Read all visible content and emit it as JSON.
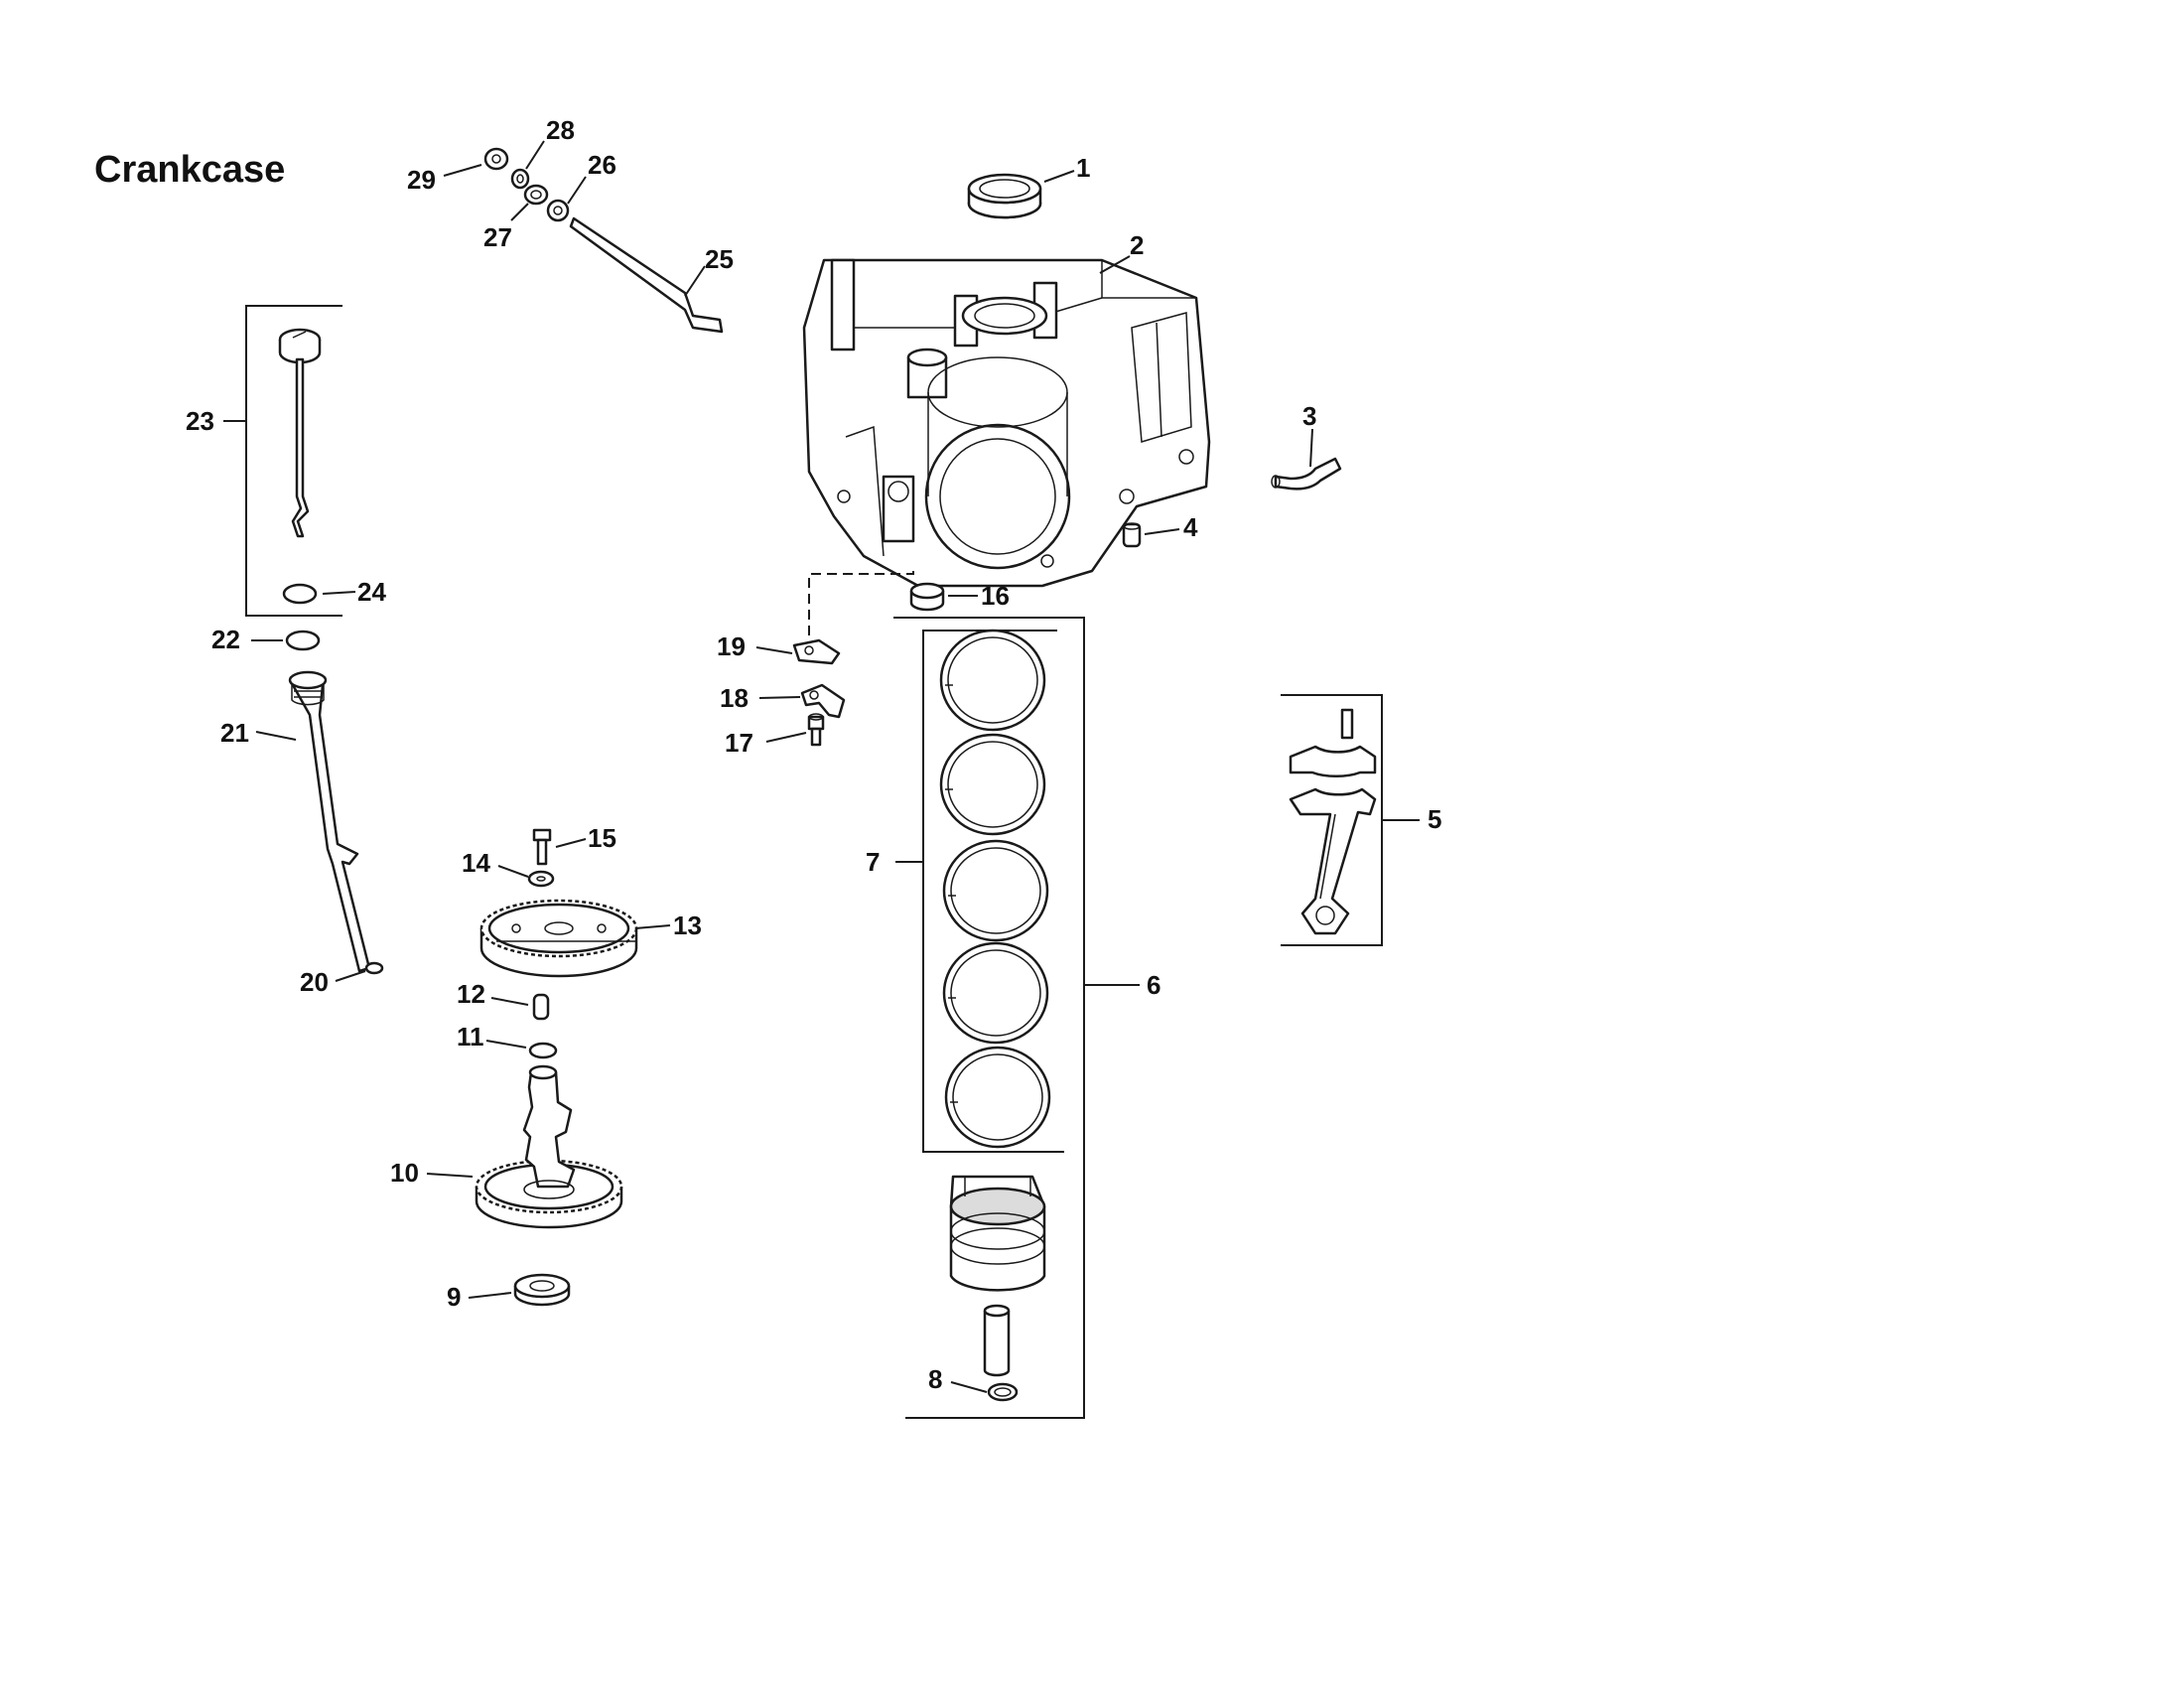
{
  "title": "Crankcase",
  "callouts": {
    "c1": "1",
    "c2": "2",
    "c3": "3",
    "c4": "4",
    "c5": "5",
    "c6": "6",
    "c7": "7",
    "c8": "8",
    "c9": "9",
    "c10": "10",
    "c11": "11",
    "c12": "12",
    "c13": "13",
    "c14": "14",
    "c15": "15",
    "c16": "16",
    "c17": "17",
    "c18": "18",
    "c19": "19",
    "c20": "20",
    "c21": "21",
    "c22": "22",
    "c23": "23",
    "c24": "24",
    "c25": "25",
    "c26": "26",
    "c27": "27",
    "c28": "28",
    "c29": "29"
  }
}
